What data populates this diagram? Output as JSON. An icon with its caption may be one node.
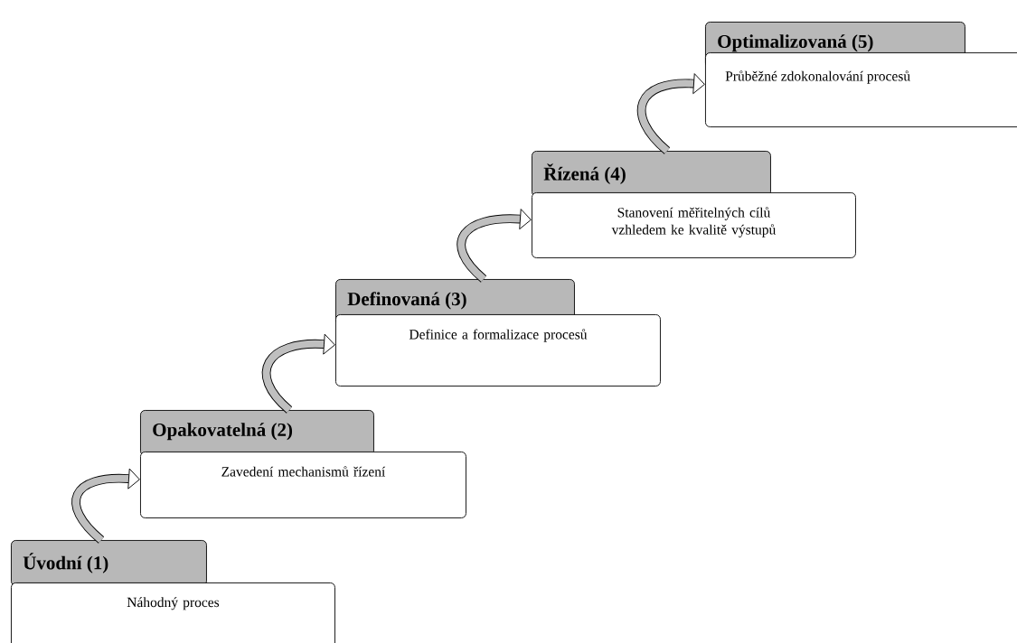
{
  "diagram": {
    "nodes": [
      {
        "text": [
          "Úvodní (1)"
        ]
      },
      {
        "text": [
          "Náhodný proces"
        ]
      },
      {
        "text": [
          "Opakovatelná (2)"
        ]
      },
      {
        "text": [
          "Zavedení mechanismů řízení"
        ]
      },
      {
        "text": [
          "Definovaná (3)"
        ]
      },
      {
        "text": [
          "Definice a formalizace procesů"
        ]
      },
      {
        "text": [
          "Řízená (4)"
        ]
      },
      {
        "text": [
          "Stanovení měřitelných cílů vzhledem ke kvalitě výstupů"
        ]
      },
      {
        "text": [
          "Optimalizovaná (5)"
        ]
      },
      {
        "text": [
          "Průběžné zdokonalování procesů"
        ]
      }
    ],
    "edges": [
      {
        "from": 0,
        "to": 3,
        "arrow": "to"
      },
      {
        "from": 2,
        "to": 5,
        "arrow": "to"
      },
      {
        "from": 4,
        "to": 7,
        "arrow": "to"
      },
      {
        "from": 6,
        "to": 9,
        "arrow": "to"
      }
    ]
  }
}
